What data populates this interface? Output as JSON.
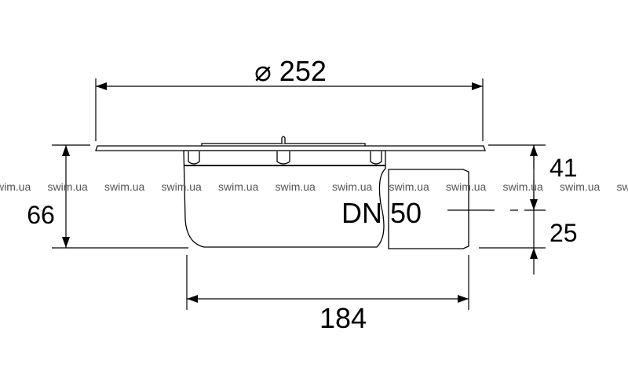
{
  "drawing": {
    "diameter_label": "⌀ 252",
    "height_label": "66",
    "upper_offset_label": "41",
    "lower_offset_label": "25",
    "width_label": "184",
    "outlet_label": "DN 50"
  },
  "watermark": {
    "text": "swim.ua",
    "repeat_count": 12
  },
  "colors": {
    "line": "#000000",
    "watermark": "#555555"
  }
}
